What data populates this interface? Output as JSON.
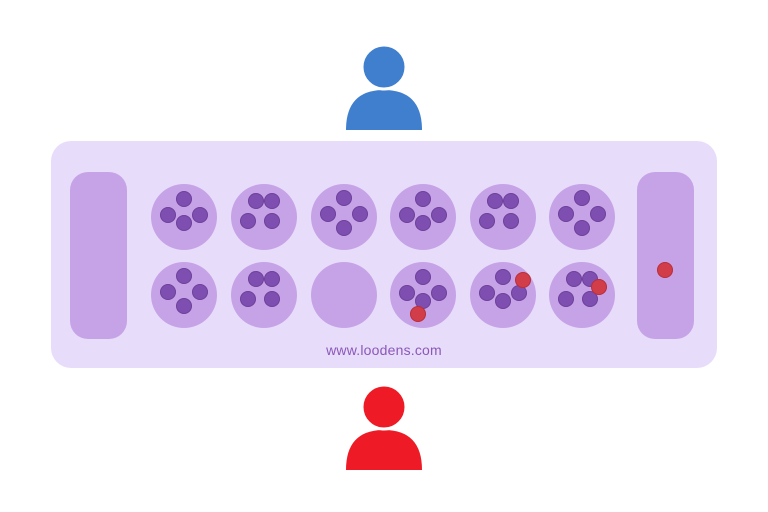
{
  "colors": {
    "board": "#e8dcfb",
    "pit": "#c6a3e6",
    "seed_purple": "#7e4fb0",
    "seed_red": "#d13e4a",
    "player_top": "#3f7fcd",
    "player_bottom": "#ee1b26"
  },
  "players": [
    {
      "id": "top",
      "icon": "user-icon",
      "color": "#3f7fcd"
    },
    {
      "id": "bottom",
      "icon": "user-icon",
      "color": "#ee1b26"
    }
  ],
  "board": {
    "watermark": "www.loodens.com",
    "top_row": [
      {
        "purple": 4,
        "red": 0
      },
      {
        "purple": 4,
        "red": 0
      },
      {
        "purple": 4,
        "red": 0
      },
      {
        "purple": 4,
        "red": 0
      },
      {
        "purple": 4,
        "red": 0
      },
      {
        "purple": 4,
        "red": 0
      }
    ],
    "bottom_row": [
      {
        "purple": 4,
        "red": 0
      },
      {
        "purple": 4,
        "red": 0
      },
      {
        "purple": 0,
        "red": 0
      },
      {
        "purple": 4,
        "red": 1
      },
      {
        "purple": 4,
        "red": 1
      },
      {
        "purple": 4,
        "red": 1
      }
    ],
    "left_store": {
      "purple": 0,
      "red": 0
    },
    "right_store": {
      "purple": 0,
      "red": 1
    }
  }
}
